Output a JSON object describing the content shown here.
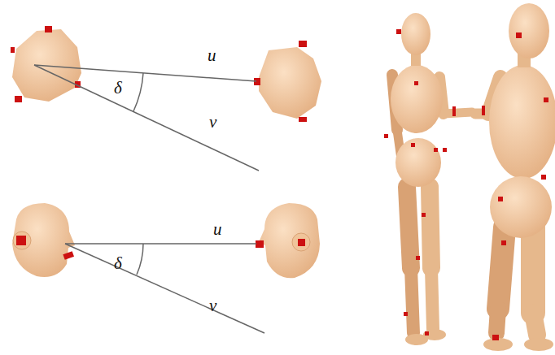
{
  "diagram": {
    "labels": [
      "u⃗",
      "δ",
      "v⃗",
      "u⃗",
      "δ",
      "v⃗"
    ]
  }
}
